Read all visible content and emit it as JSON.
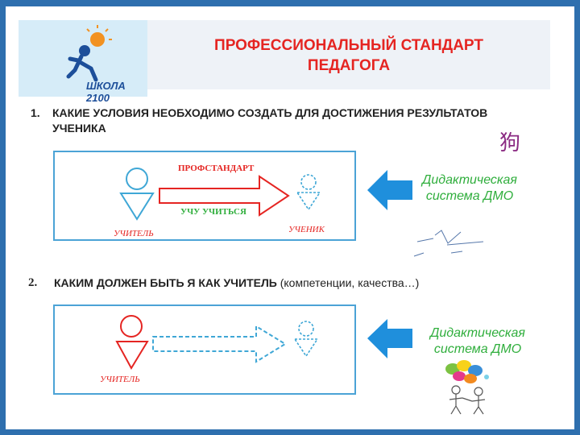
{
  "header": {
    "logo_text": "ШКОЛА 2100",
    "title_line1": "ПРОФЕССИОНАЛЬНЫЙ СТАНДАРТ",
    "title_line2": "ПЕДАГОГА"
  },
  "question1": {
    "number": "1.",
    "text": "КАКИЕ УСЛОВИЯ НЕОБХОДИМО СОЗДАТЬ ДЛЯ ДОСТИЖЕНИЯ РЕЗУЛЬТАТОВ УЧЕНИКА"
  },
  "decor_glyph": "狗",
  "diagram1": {
    "label_top": "ПРОФСТАНДАРТ",
    "label_bottom": "УЧУ УЧИТЬСЯ",
    "teacher": "УЧИТЕЛЬ",
    "student": "УЧЕНИК"
  },
  "didactic1": {
    "line1": "Дидактическая",
    "line2": "система ДМО"
  },
  "question2": {
    "number": "2.",
    "text_bold": "КАКИМ ДОЛЖЕН БЫТЬ Я КАК УЧИТЕЛЬ",
    "text_rest": " (компетенции, качества…)"
  },
  "diagram2": {
    "teacher": "УЧИТЕЛЬ"
  },
  "didactic2": {
    "line1": "Дидактическая",
    "line2": "система ДМО"
  },
  "colors": {
    "frame": "#2e6fae",
    "title": "#e52522",
    "teacher_figure": "#e52522",
    "student_figure": "#3fa7d6",
    "didactic_text": "#2fae3c",
    "block_arrow": "#1f8fdc",
    "box_border": "#4ba3d6"
  }
}
